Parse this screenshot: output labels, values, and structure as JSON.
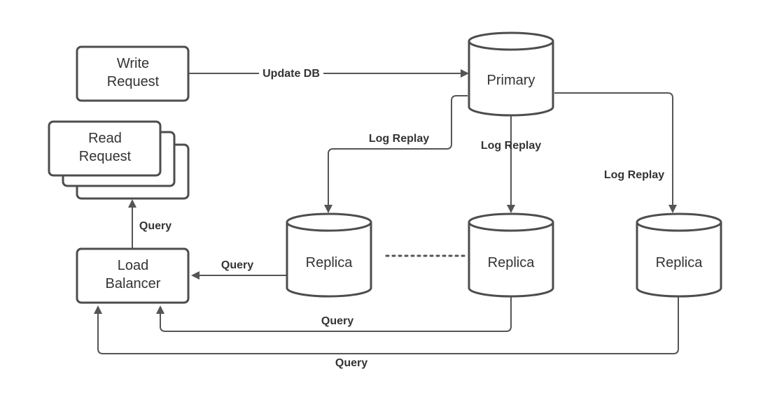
{
  "nodes": {
    "write_request": {
      "line1": "Write",
      "line2": "Request"
    },
    "read_request": {
      "line1": "Read",
      "line2": "Request"
    },
    "load_balancer": {
      "line1": "Load",
      "line2": "Balancer"
    },
    "primary": {
      "label": "Primary"
    },
    "replica_1": {
      "label": "Replica"
    },
    "replica_2": {
      "label": "Replica"
    },
    "replica_3": {
      "label": "Replica"
    }
  },
  "edges": {
    "update_db": "Update DB",
    "log_replay_1": "Log Replay",
    "log_replay_2": "Log Replay",
    "log_replay_3": "Log Replay",
    "query_lb_to_read": "Query",
    "query_replica1": "Query",
    "query_replica2": "Query",
    "query_replica3": "Query"
  },
  "colors": {
    "stroke": "#4d4d4d",
    "text": "#333333",
    "background": "#ffffff"
  }
}
